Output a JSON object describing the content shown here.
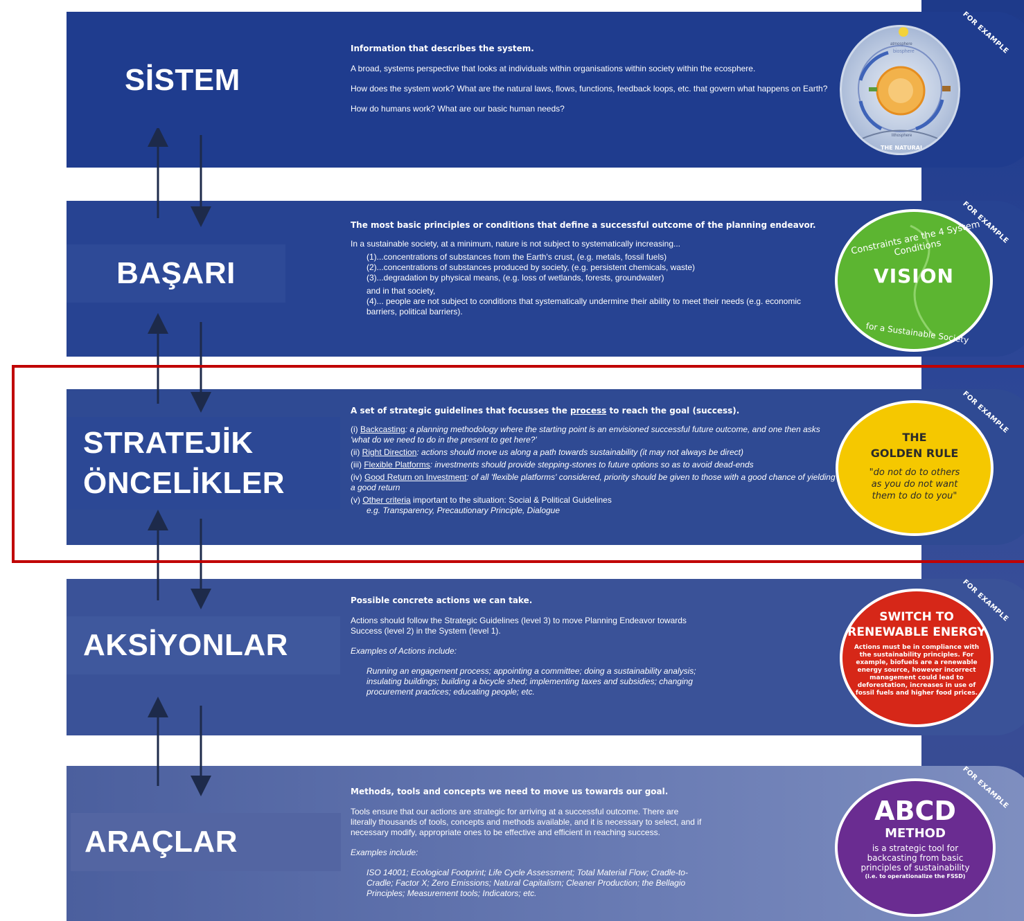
{
  "levels": [
    {
      "title": "SİSTEM",
      "heading": "Information that describes the system.",
      "paras": [
        "A broad, systems perspective that looks at individuals within organisations within society within the ecosphere.",
        "How does the system work? What are the natural laws, flows, functions, feedback loops, etc. that govern what happens on Earth?",
        "How do humans work? What are our basic human needs?"
      ],
      "example": {
        "label": "FOR EXAMPLE",
        "caption": "THE NATURAL CYCLES",
        "labels": [
          "atmosphere",
          "biosphere",
          "lithosphere"
        ]
      }
    },
    {
      "title": "BAŞARI",
      "heading": "The most basic principles or conditions that define a successful outcome of the planning endeavor.",
      "intro": "In a sustainable society, at a minimum, nature is not subject to systematically increasing...",
      "items": [
        "(1)...concentrations of substances from the Earth's crust, (e.g. metals, fossil fuels)",
        "(2)...concentrations of substances produced by society, (e.g. persistent chemicals, waste)",
        "(3)...degradation by physical means, (e.g. loss of wetlands, forests, groundwater)",
        "and in that society,",
        "(4)... people are not subject to conditions that systematically undermine their ability to meet their needs (e.g. economic barriers, political barriers)."
      ],
      "example": {
        "label": "FOR EXAMPLE",
        "arc_top": "Constraints are the 4 System Conditions",
        "center": "VISION",
        "arc_bottom": "for a Sustainable Society"
      }
    },
    {
      "title_line1": "STRATEJİK",
      "title_line2": "ÖNCELİKLER",
      "heading_pre": "A set of strategic guidelines that focusses the ",
      "heading_u": "process",
      "heading_post": " to reach the goal (success).",
      "items": [
        {
          "num": "(i) ",
          "term": "Backcasting",
          "text": ": a planning methodology where the starting point is an envisioned successful future outcome, and one then asks 'what do we need to do in the present to get here?'"
        },
        {
          "num": "(ii) ",
          "term": "Right Direction",
          "text": ": actions should move us along a path towards sustainability (it may not always be direct)"
        },
        {
          "num": "(iii) ",
          "term": "Flexible Platforms",
          "text": ": investments should provide stepping-stones to future options so as to avoid dead-ends"
        },
        {
          "num": "(iv) ",
          "term": "Good Return on Investment",
          "text": ": of all 'flexible platforms' considered, priority should be given to those with a good chance of yielding a good return"
        }
      ],
      "item5_num": "(v) ",
      "item5_term": "Other criteria",
      "item5_text": " important to the situation: Social & Political Guidelines",
      "item5_sub": "e.g. Transparency, Precautionary Principle, Dialogue",
      "example": {
        "label": "FOR EXAMPLE",
        "line1": "THE",
        "line2": "GOLDEN RULE",
        "quote": "\"do not do to others as you do not want them to do to you\""
      }
    },
    {
      "title": "AKSİYONLAR",
      "heading": "Possible concrete actions we can take.",
      "para1": "Actions should follow the Strategic Guidelines (level 3) to move Planning Endeavor towards Success (level 2) in the System (level 1).",
      "para2": "Examples of Actions include:",
      "para3": "Running an engagement process; appointing a committee; doing a sustainability analysis; insulating buildings; building a bicycle shed; implementing taxes and subsidies; changing procurement practices; educating people; etc.",
      "example": {
        "label": "FOR EXAMPLE",
        "line1": "SWITCH TO",
        "line2": "RENEWABLE ENERGY",
        "desc": "Actions must be in compliance with the sustainability principles. For example, biofuels are a renewable energy source, however incorrect management could lead to deforestation, increases in use of fossil fuels and higher food prices."
      }
    },
    {
      "title": "ARAÇLAR",
      "heading": "Methods, tools and concepts we need to move us towards our goal.",
      "para1": "Tools ensure that our actions are strategic for arriving at a successful outcome. There are literally thousands of tools, concepts and methods available, and it is necessary to select, and if necessary modify, appropriate ones to be effective and efficient in reaching success.",
      "para2": "Examples include:",
      "para3": "ISO 14001; Ecological Footprint; Life Cycle Assessment; Total Material Flow; Cradle-to-Cradle; Factor X; Zero Emissions; Natural Capitalism; Cleaner Production; the Bellagio Principles; Measurement tools; Indicators; etc.",
      "example": {
        "label": "FOR EXAMPLE",
        "line1": "ABCD",
        "line2": "METHOD",
        "desc": "is a strategic tool for backcasting from basic principles of sustainability",
        "sub": "(i.e. to operationalize the FSSD)"
      }
    }
  ],
  "colors": {
    "band1": "#1f3c8e",
    "band2": "#274392",
    "band3": "#2f4a93",
    "band4": "#3a5298",
    "band5": "#4b5f9e",
    "highlight": "#c00000",
    "vision": "#5cb531",
    "golden": "#f5c800",
    "renewable": "#d62718",
    "abcd": "#6a2c91"
  }
}
